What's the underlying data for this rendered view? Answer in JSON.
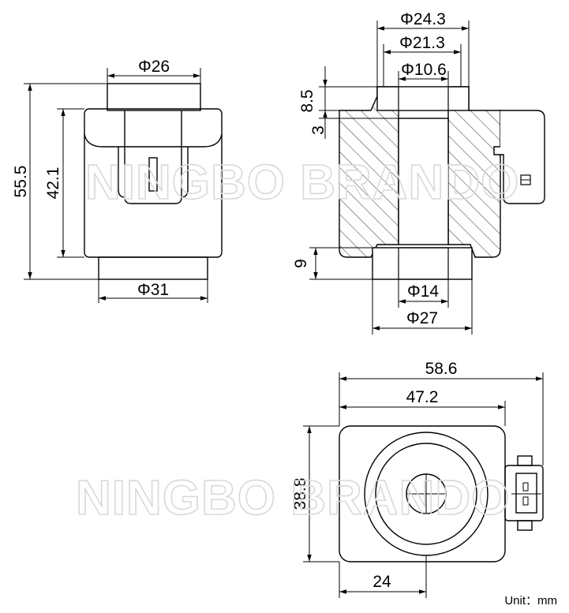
{
  "dimensions": {
    "front": {
      "top_diameter": "Φ26",
      "overall_height": "55.5",
      "body_height": "42.1",
      "bottom_diameter": "Φ31"
    },
    "section": {
      "outer_diameter_top": "Φ24.3",
      "mid_diameter_top": "Φ21.3",
      "bore_diameter": "Φ10.6",
      "top_step_height": "8.5",
      "top_lip_height": "3",
      "bottom_step_height": "9",
      "bottom_inner_diameter": "Φ14",
      "bottom_outer_diameter": "Φ27"
    },
    "top_view": {
      "overall_width": "58.6",
      "body_width": "47.2",
      "body_depth": "38.8",
      "center_offset": "24"
    }
  },
  "watermark": "NINGBO BRANDO",
  "unit_label": "Unit：mm"
}
